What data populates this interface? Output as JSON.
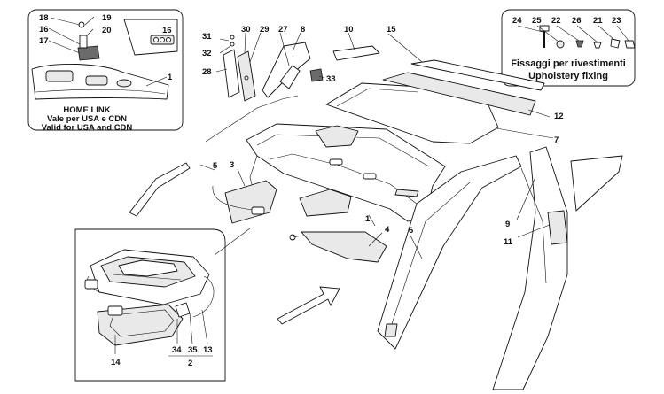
{
  "callouts": {
    "c1a": "1",
    "c1b": "1",
    "c2": "2",
    "c3": "3",
    "c4": "4",
    "c5": "5",
    "c6": "6",
    "c7": "7",
    "c8": "8",
    "c9": "9",
    "c10": "10",
    "c11": "11",
    "c12": "12",
    "c13": "13",
    "c14": "14",
    "c15": "15",
    "c16a": "16",
    "c16b": "16",
    "c17": "17",
    "c18": "18",
    "c19": "19",
    "c20": "20",
    "c21": "21",
    "c22": "22",
    "c23": "23",
    "c24": "24",
    "c25": "25",
    "c26": "26",
    "c27": "27",
    "c28": "28",
    "c29": "29",
    "c30": "30",
    "c31": "31",
    "c32": "32",
    "c33": "33",
    "c34": "34",
    "c35": "35"
  },
  "home_link": {
    "title": "HOME LINK",
    "line_it": "Vale per USA e CDN",
    "line_en": "Valid for USA and CDN"
  },
  "fasteners": {
    "title_it": "Fissaggi per rivestimenti",
    "title_en": "Upholstery fixing"
  },
  "colors": {
    "line": "#111111",
    "fill": "#ffffff",
    "shade": "#e9e9e9",
    "dark": "#6b6b6b"
  },
  "icons": {
    "direction_arrow": "front-direction-arrow-icon"
  }
}
